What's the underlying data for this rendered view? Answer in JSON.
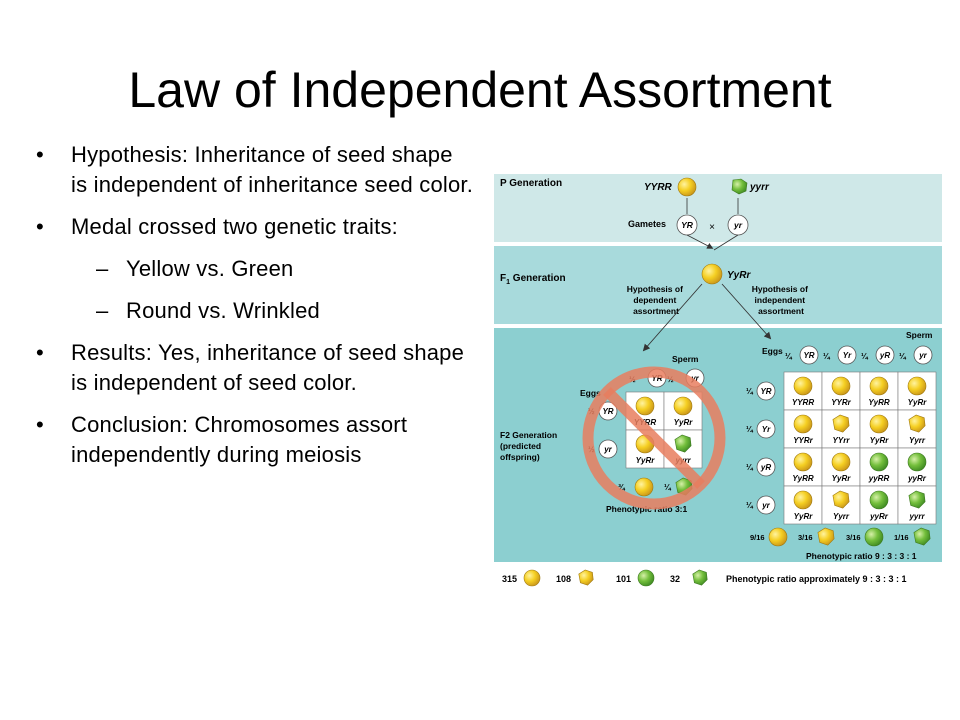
{
  "title": "Law of Independent Assortment",
  "bullets": [
    {
      "text": "Hypothesis: Inheritance of seed shape is independent of inheritance seed color."
    },
    {
      "text": "Medal crossed two genetic traits:"
    },
    {
      "sub": "Yellow vs. Green"
    },
    {
      "sub": "Round vs. Wrinkled"
    },
    {
      "text": "Results: Yes, inheritance of seed shape is independent of seed color."
    },
    {
      "text": "Conclusion: Chromosomes assort independently during meiosis"
    }
  ],
  "diagram": {
    "p_generation": "P Generation",
    "parent1": "YYRR",
    "parent2": "yyrr",
    "gametes": "Gametes",
    "gamete1": "YR",
    "gamete2": "yr",
    "cross": "×",
    "f1_generation": "F",
    "f1_sub": "1",
    "f1_suffix": " Generation",
    "f1_genotype": "YyRr",
    "hyp_dep": [
      "Hypothesis of",
      "dependent",
      "assortment"
    ],
    "hyp_indep": [
      "Hypothesis of",
      "independent",
      "assortment"
    ],
    "f2_generation": [
      "F2 Generation",
      "(predicted",
      "offspring)"
    ],
    "sperm": "Sperm",
    "eggs": "Eggs",
    "half": "½",
    "quarter": "¼",
    "dep_gametes": [
      "YR",
      "yr"
    ],
    "dep_cells": [
      [
        "YYRR",
        "YyRr"
      ],
      [
        "YyRr",
        "yyrr"
      ]
    ],
    "dep_ratio_fractions": [
      "¾",
      "¼"
    ],
    "dep_ratio": "Phenotypic ratio 3:1",
    "indep_gametes": [
      "YR",
      "Yr",
      "yR",
      "yr"
    ],
    "indep_cells": [
      [
        "YYRR",
        "YYRr",
        "YyRR",
        "YyRr"
      ],
      [
        "YYRr",
        "YYrr",
        "YyRr",
        "Yyrr"
      ],
      [
        "YyRR",
        "YyRr",
        "yyRR",
        "yyRr"
      ],
      [
        "YyRr",
        "Yyrr",
        "yyRr",
        "yyrr"
      ]
    ],
    "indep_ratio_fractions": [
      "9/16",
      "3/16",
      "3/16",
      "1/16"
    ],
    "indep_ratio": "Phenotypic ratio 9 : 3 : 3 : 1",
    "observed_counts": [
      "315",
      "108",
      "101",
      "32"
    ],
    "observed_ratio": "Phenotypic ratio approximately 9 : 3 : 3 : 1",
    "colors": {
      "band_light": "#cfe8e8",
      "band_mid": "#a8dadc",
      "band_dark": "#8ccfd0",
      "yellow_seed": "#f2c81c",
      "green_seed": "#6cb83a",
      "prohibit": "#e87e5f"
    }
  }
}
